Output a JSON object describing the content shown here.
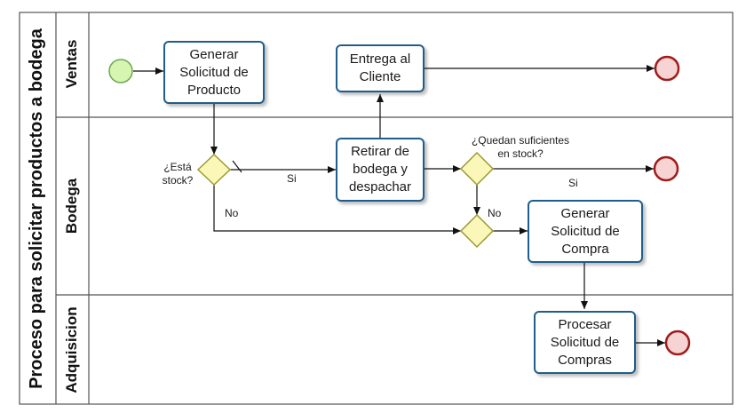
{
  "pool": {
    "title": "Proceso para solicitar productos a bodega"
  },
  "lanes": [
    "Ventas",
    "Bodega",
    "Adquisicion"
  ],
  "tasks": {
    "generar_solicitud_producto": "Generar\nSolicitud de\nProducto",
    "entrega_cliente": "Entrega al\nCliente",
    "retirar_bodega": "Retirar de\nbodega y\ndespachar",
    "generar_solicitud_compra": "Generar\nSolicitud de\nCompra",
    "procesar_solicitud_compras": "Procesar\nSolicitud de\nCompras"
  },
  "gateways": {
    "esta_stock": "¿Está\nstock?",
    "quedan_suficientes": "¿Quedan suficientes\nen stock?"
  },
  "flow_labels": {
    "si_1": "Si",
    "no_1": "No",
    "si_2": "Si",
    "no_2": "No"
  },
  "colors": {
    "task_border": "#1f5e8c",
    "start_fill": "#d6f5b0",
    "start_stroke": "#6aa84f",
    "end_fill": "#f7d4d4",
    "end_stroke": "#a01c1c",
    "gateway_fill": "#fbf7b8",
    "gateway_stroke": "#9a9a32"
  }
}
